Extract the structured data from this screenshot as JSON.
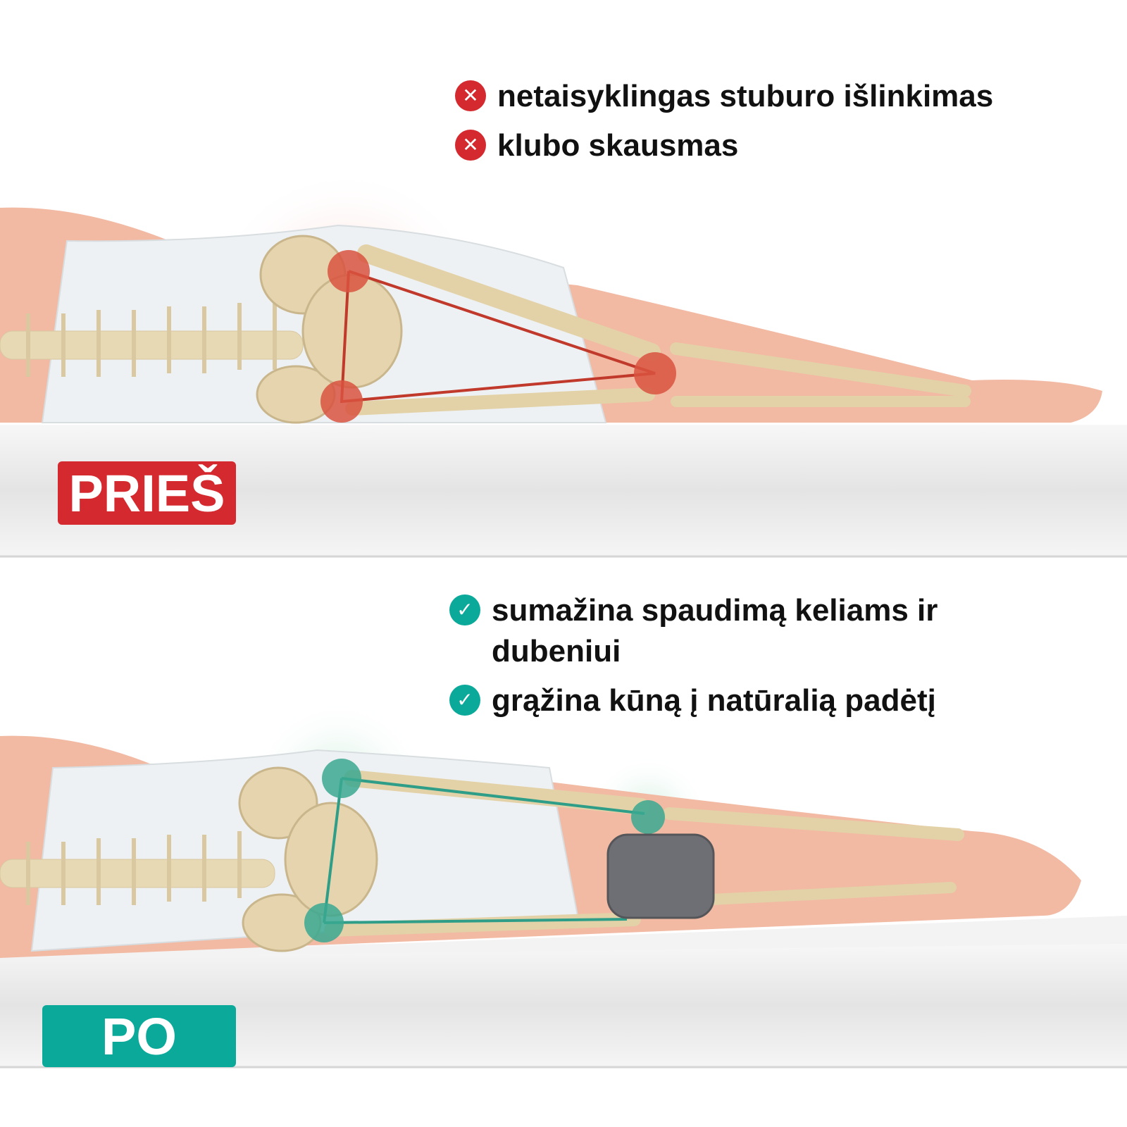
{
  "before": {
    "label": "PRIEŠ",
    "color": "#d42a2f",
    "items": [
      {
        "icon": "x-circle-icon",
        "text": "netaisyklingas stuburo išlinkimas"
      },
      {
        "icon": "x-circle-icon",
        "text": "klubo skausmas"
      }
    ]
  },
  "after": {
    "label": "PO",
    "color": "#0aa99a",
    "items": [
      {
        "icon": "check-circle-icon",
        "text": "sumažina spaudimą keliams ir dubeniui"
      },
      {
        "icon": "check-circle-icon",
        "text": "grąžina kūną į natūralią padėtį"
      }
    ]
  }
}
